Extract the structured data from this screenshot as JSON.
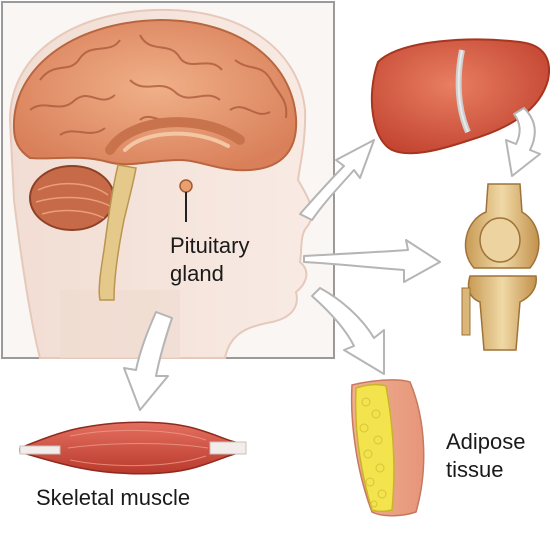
{
  "labels": {
    "pituitary_line1": "Pituitary",
    "pituitary_line2": "gland",
    "adipose_line1": "Adipose",
    "adipose_line2": "tissue",
    "skeletal_muscle": "Skeletal muscle"
  },
  "colors": {
    "brain": "#e3946a",
    "liver": "#d9573f",
    "muscle": "#d24b3a",
    "bone": "#e2c48a",
    "fat": "#f2e24a",
    "arrow_fill": "#ffffff",
    "arrow_stroke": "#b5b5b5"
  }
}
